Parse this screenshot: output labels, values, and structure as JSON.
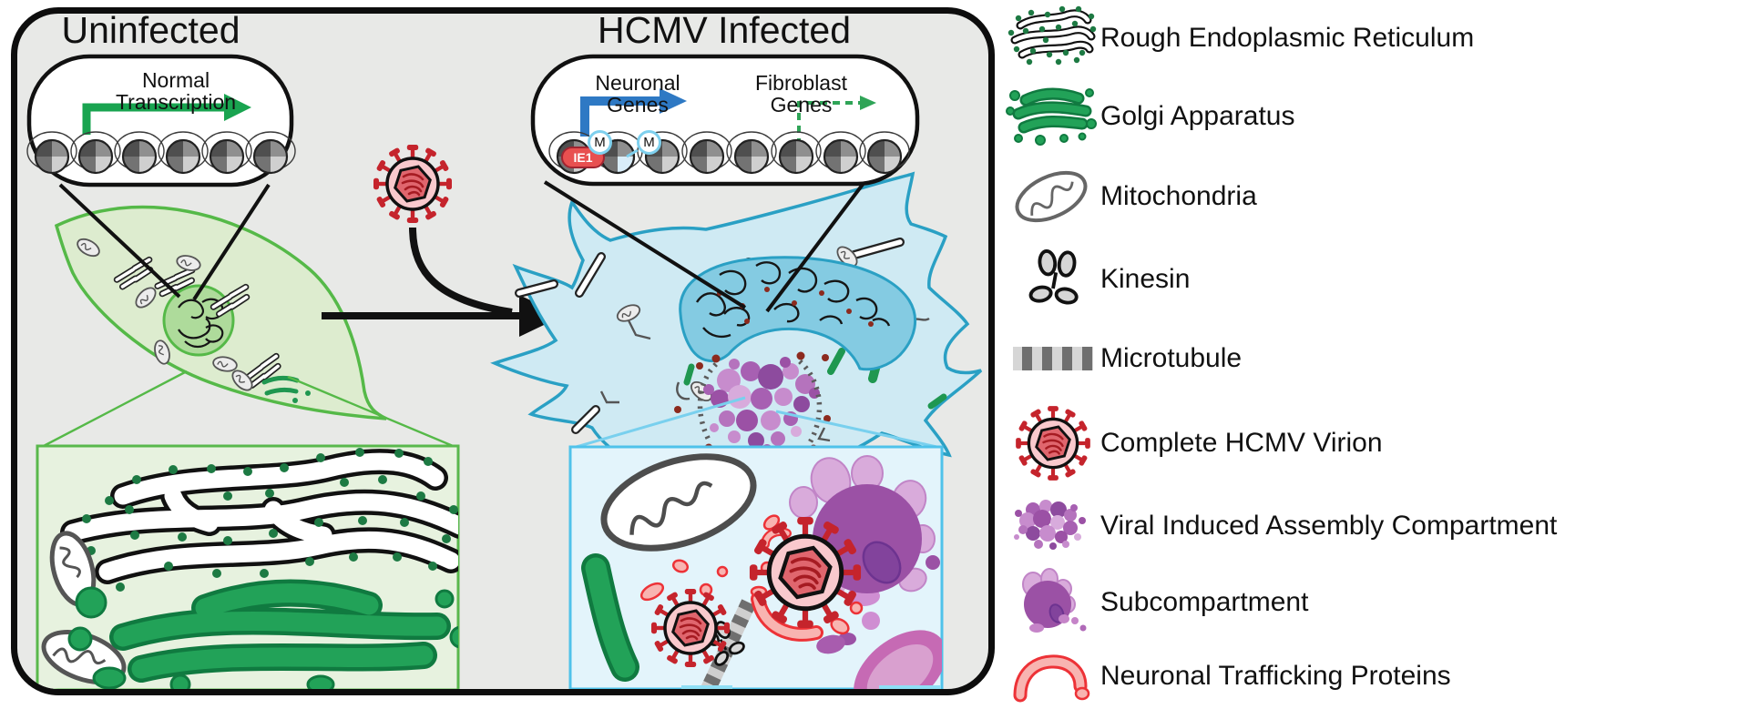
{
  "panel": {
    "uninfected": {
      "title": "Uninfected",
      "inset_label": "Normal Transcription"
    },
    "infected": {
      "title": "HCMV Infected",
      "neuronal_genes_label": "Neuronal Genes",
      "fibroblast_genes_label": "Fibroblast Genes",
      "ie1_label": "IE1",
      "m_label_1": "M",
      "m_label_2": "M"
    }
  },
  "legend": {
    "items": [
      {
        "id": "rough-er",
        "label": "Rough Endoplasmic Reticulum"
      },
      {
        "id": "golgi",
        "label": "Golgi Apparatus"
      },
      {
        "id": "mitochondria",
        "label": "Mitochondria"
      },
      {
        "id": "kinesin",
        "label": "Kinesin"
      },
      {
        "id": "microtubule",
        "label": "Microtubule"
      },
      {
        "id": "virion",
        "label": "Complete HCMV Virion"
      },
      {
        "id": "assembly-compartment",
        "label": "Viral Induced Assembly Compartment"
      },
      {
        "id": "subcompartment",
        "label": "Subcompartment"
      },
      {
        "id": "trafficking-proteins",
        "label": "Neuronal Trafficking Proteins"
      }
    ]
  },
  "colors": {
    "page_background": "#ffffff",
    "panel_background": "#e8e9e7",
    "panel_border": "#0d0d0d",
    "uninfected_cell_fill": "#ddeccf",
    "uninfected_cell_stroke": "#55b948",
    "infected_cell_fill": "#cfeaf3",
    "infected_cell_stroke": "#2aa0c4",
    "normal_transcription_arrow": "#19a450",
    "neuronal_genes_arrow": "#2e79c4",
    "fibroblast_genes_arrow": "#2fa457",
    "virion_spike_red": "#c5242c",
    "virion_envelope_pink": "#f9c9cd",
    "assembly_compartment_purple": "#a760b2",
    "subcompartment_purple": "#9b51a5",
    "trafficking_protein_red": "#ed3237",
    "ie1_fill": "#e85050",
    "m_circle_stroke": "#7ed0ee"
  }
}
